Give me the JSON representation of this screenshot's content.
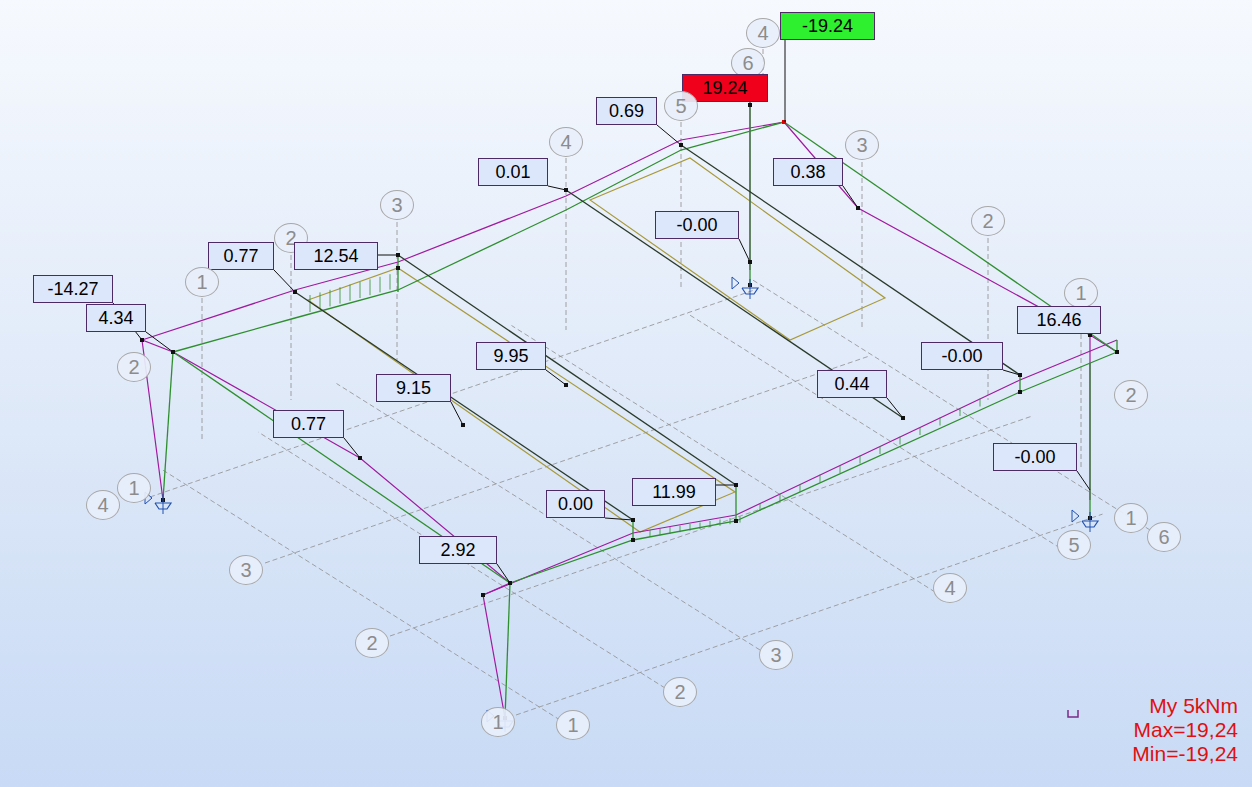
{
  "diagram": {
    "nodes": [
      {
        "text": [
          "-19.24"
        ]
      },
      {
        "text": [
          "4"
        ]
      },
      {
        "text": [
          "6"
        ]
      },
      {
        "text": [
          "19.24"
        ]
      },
      {
        "text": [
          "0.69"
        ]
      },
      {
        "text": [
          "5"
        ]
      },
      {
        "text": [
          "4"
        ]
      },
      {
        "text": [
          "3"
        ]
      },
      {
        "text": [
          "0.01"
        ]
      },
      {
        "text": [
          "0.38"
        ]
      },
      {
        "text": [
          "3"
        ]
      },
      {
        "text": [
          "-0.00"
        ]
      },
      {
        "text": [
          "2"
        ]
      },
      {
        "text": [
          "2"
        ]
      },
      {
        "text": [
          "0.77"
        ]
      },
      {
        "text": [
          "12.54"
        ]
      },
      {
        "text": [
          "-14.27"
        ]
      },
      {
        "text": [
          "1"
        ]
      },
      {
        "text": [
          "1"
        ]
      },
      {
        "text": [
          "4.34"
        ]
      },
      {
        "text": [
          "16.46"
        ]
      },
      {
        "text": [
          "9.95"
        ]
      },
      {
        "text": [
          "-0.00"
        ]
      },
      {
        "text": [
          "2"
        ]
      },
      {
        "text": [
          "0.44"
        ]
      },
      {
        "text": [
          "9.15"
        ]
      },
      {
        "text": [
          "2"
        ]
      },
      {
        "text": [
          "0.77"
        ]
      },
      {
        "text": [
          "-0.00"
        ]
      },
      {
        "text": [
          "11.99"
        ]
      },
      {
        "text": [
          "1"
        ]
      },
      {
        "text": [
          "0.00"
        ]
      },
      {
        "text": [
          "4"
        ]
      },
      {
        "text": [
          "1"
        ]
      },
      {
        "text": [
          "2.92"
        ]
      },
      {
        "text": [
          "6"
        ]
      },
      {
        "text": [
          "5"
        ]
      },
      {
        "text": [
          "3"
        ]
      },
      {
        "text": [
          "4"
        ]
      },
      {
        "text": [
          "2"
        ]
      },
      {
        "text": [
          "3"
        ]
      },
      {
        "text": [
          "2"
        ]
      },
      {
        "text": [
          "1"
        ]
      },
      {
        "text": [
          "1"
        ]
      }
    ],
    "labels": [
      "Max=19,24",
      "Min=-19,24"
    ],
    "legend": [
      {
        "text": "My 5kNm"
      }
    ]
  }
}
